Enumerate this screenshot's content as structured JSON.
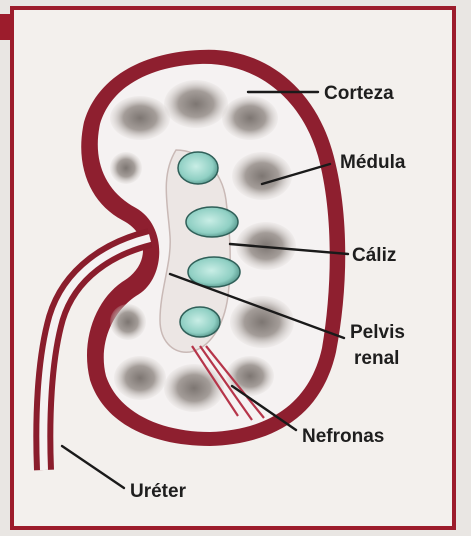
{
  "labels": {
    "corteza": "Corteza",
    "medula": "Médula",
    "caliz": "Cáliz",
    "pelvis_line1": "Pelvis",
    "pelvis_line2": "renal",
    "nefronas": "Nefronas",
    "ureter": "Uréter"
  },
  "colors": {
    "frame": "#9c1c2c",
    "capsule": "#8e1f2f",
    "ureter": "#8a1d2c",
    "cortex": "#f5f2f2",
    "medulla": "#a8a09c",
    "calyx": "#8fcfc3"
  }
}
